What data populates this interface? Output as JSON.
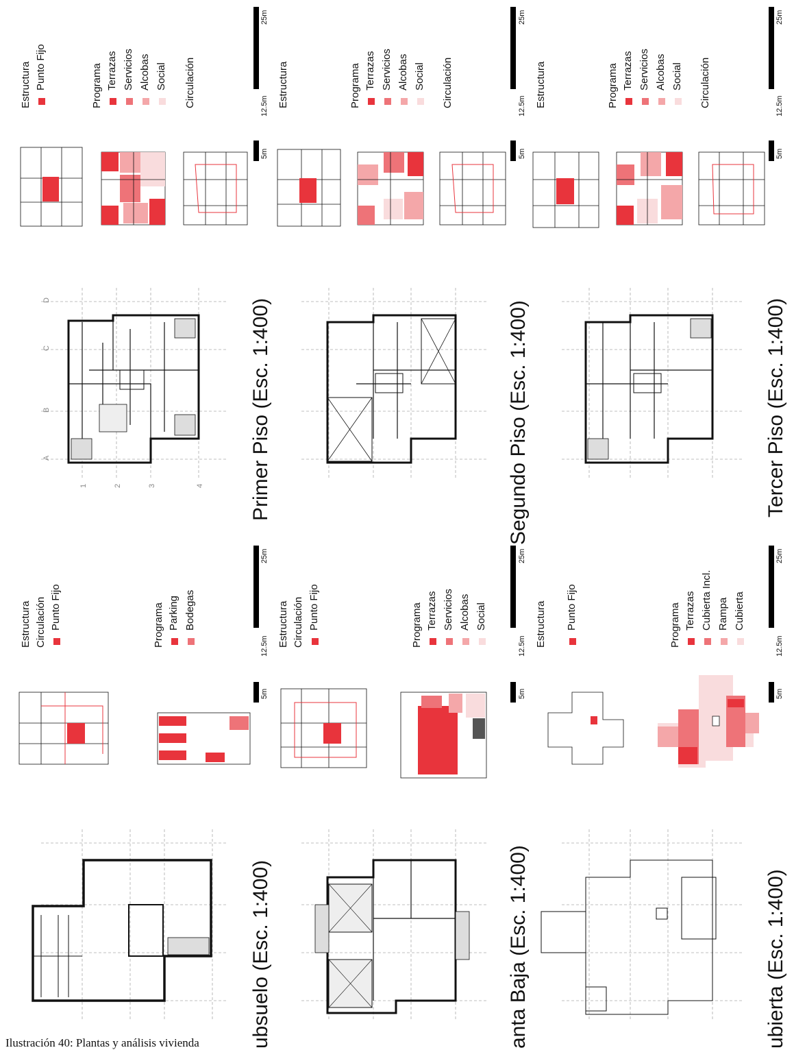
{
  "caption": "Ilustración 40: Plantas y análisis vivienda",
  "colors": {
    "strong": "#e8343c",
    "medium": "#ee7378",
    "light": "#f4a7a9",
    "pale": "#f9dcdd",
    "line": "#111111",
    "grid": "#9a9a9a"
  },
  "scale_bar": {
    "labels": [
      "5m",
      "12.5m",
      "25m"
    ]
  },
  "grid_labels": {
    "letters": [
      "A",
      "B",
      "C",
      "D"
    ],
    "numbers": [
      "1",
      "2",
      "3",
      "4"
    ]
  },
  "plans": [
    {
      "title": "Primer Piso (Esc. 1:400)",
      "legend_top": {
        "heading": "Estructura",
        "items": [
          "Punto Fijo"
        ]
      },
      "legend_mid": {
        "heading": "Programa",
        "items": [
          "Terrazas",
          "Servicios",
          "Alcobas",
          "Social"
        ]
      },
      "legend_bot": {
        "heading": "Circulación"
      }
    },
    {
      "title": "Segundo Piso (Esc. 1:400)",
      "legend_top": {
        "heading": "Estructura",
        "items": []
      },
      "legend_mid": {
        "heading": "Programa",
        "items": [
          "Terrazas",
          "Servicios",
          "Alcobas",
          "Social"
        ]
      },
      "legend_bot": {
        "heading": "Circulación"
      }
    },
    {
      "title": "Tercer Piso (Esc. 1:400)",
      "legend_top": {
        "heading": "Estructura",
        "items": []
      },
      "legend_mid": {
        "heading": "Programa",
        "items": [
          "Terrazas",
          "Servicios",
          "Alcobas",
          "Social"
        ]
      },
      "legend_bot": {
        "heading": "Circulación"
      }
    },
    {
      "title": "ubsuelo (Esc. 1:400)",
      "legend_top": {
        "heading": "Estructura",
        "items": [
          "Circulación",
          "Punto Fijo"
        ]
      },
      "legend_mid": {
        "heading": "Programa",
        "items": [
          "Parking",
          "Bodegas"
        ]
      }
    },
    {
      "title": "anta Baja (Esc. 1:400)",
      "legend_top": {
        "heading": "Estructura",
        "items": [
          "Circulación",
          "Punto Fijo"
        ]
      },
      "legend_mid": {
        "heading": "Programa",
        "items": [
          "Terrazas",
          "Servicios",
          "Alcobas",
          "Social"
        ]
      }
    },
    {
      "title": "ubierta (Esc. 1:400)",
      "legend_top": {
        "heading": "Estructura",
        "items": [
          "Punto Fijo"
        ]
      },
      "legend_mid": {
        "heading": "Programa",
        "items": [
          "Terrazas",
          "Cubierta Incl.",
          "Rampa",
          "Cubierta"
        ]
      }
    }
  ]
}
